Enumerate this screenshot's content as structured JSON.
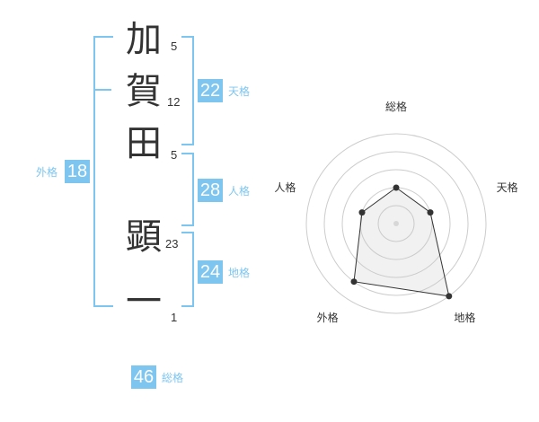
{
  "name": {
    "characters": [
      {
        "char": "加",
        "strokes": "5"
      },
      {
        "char": "賀",
        "strokes": "12"
      },
      {
        "char": "田",
        "strokes": "5"
      },
      {
        "char": "顕",
        "strokes": "23"
      },
      {
        "char": "一",
        "strokes": "1"
      }
    ]
  },
  "fortune": {
    "tenkaku": {
      "value": "22",
      "label": "天格"
    },
    "jinkaku": {
      "value": "28",
      "label": "人格"
    },
    "chikaku": {
      "value": "24",
      "label": "地格"
    },
    "gaikaku": {
      "value": "18",
      "label": "外格"
    },
    "soukaku": {
      "value": "46",
      "label": "総格"
    }
  },
  "colors": {
    "accent": "#7ec6f0",
    "text": "#333333",
    "grid": "#cccccc"
  },
  "chart_data": {
    "type": "radar",
    "axes": [
      "総格",
      "天格",
      "地格",
      "外格",
      "人格"
    ],
    "levels": 5,
    "values": [
      2,
      2,
      5,
      4,
      2
    ]
  }
}
